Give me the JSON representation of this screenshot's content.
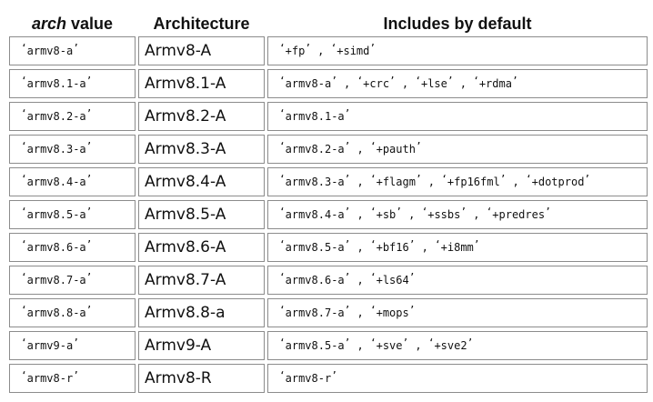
{
  "headers": {
    "arch_word": "arch",
    "arch_rest": " value",
    "architecture": "Architecture",
    "includes": "Includes by default"
  },
  "rows": [
    {
      "value": "armv8-a",
      "architecture": "Armv8-A",
      "includes": [
        "+fp",
        "+simd"
      ]
    },
    {
      "value": "armv8.1-a",
      "architecture": "Armv8.1-A",
      "includes": [
        "armv8-a",
        "+crc",
        "+lse",
        "+rdma"
      ]
    },
    {
      "value": "armv8.2-a",
      "architecture": "Armv8.2-A",
      "includes": [
        "armv8.1-a"
      ]
    },
    {
      "value": "armv8.3-a",
      "architecture": "Armv8.3-A",
      "includes": [
        "armv8.2-a",
        "+pauth"
      ]
    },
    {
      "value": "armv8.4-a",
      "architecture": "Armv8.4-A",
      "includes": [
        "armv8.3-a",
        "+flagm",
        "+fp16fml",
        "+dotprod"
      ]
    },
    {
      "value": "armv8.5-a",
      "architecture": "Armv8.5-A",
      "includes": [
        "armv8.4-a",
        "+sb",
        "+ssbs",
        "+predres"
      ]
    },
    {
      "value": "armv8.6-a",
      "architecture": "Armv8.6-A",
      "includes": [
        "armv8.5-a",
        "+bf16",
        "+i8mm"
      ]
    },
    {
      "value": "armv8.7-a",
      "architecture": "Armv8.7-A",
      "includes": [
        "armv8.6-a",
        "+ls64"
      ]
    },
    {
      "value": "armv8.8-a",
      "architecture": "Armv8.8-a",
      "includes": [
        "armv8.7-a",
        "+mops"
      ]
    },
    {
      "value": "armv9-a",
      "architecture": "Armv9-A",
      "includes": [
        "armv8.5-a",
        "+sve",
        "+sve2"
      ]
    },
    {
      "value": "armv8-r",
      "architecture": "Armv8-R",
      "includes": [
        "armv8-r"
      ]
    }
  ]
}
